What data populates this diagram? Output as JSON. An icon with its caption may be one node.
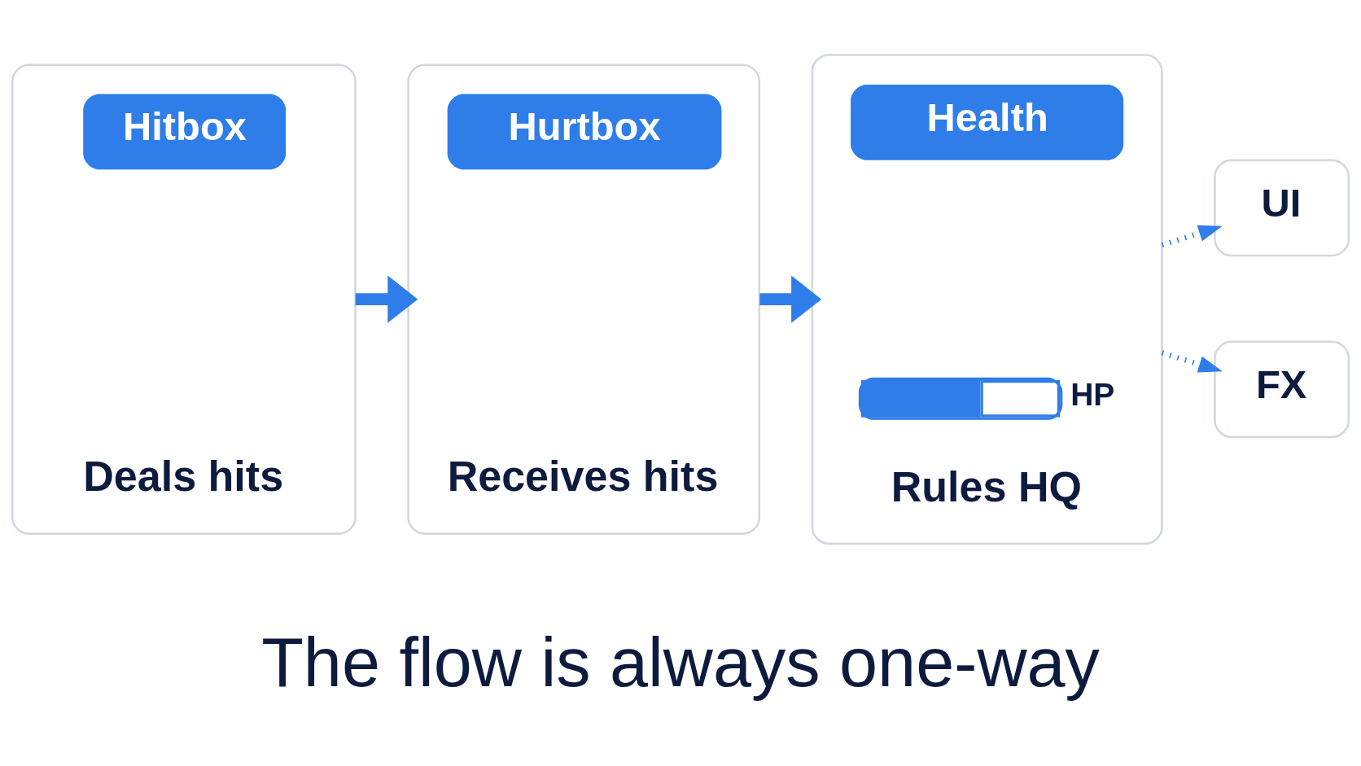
{
  "diagram": {
    "title": "The flow is always one-way",
    "nodes": [
      {
        "text": [
          "Hitbox",
          "Deals hits"
        ]
      },
      {
        "text": [
          "Hurtbox",
          "Receives hits"
        ]
      },
      {
        "text": [
          "Health",
          "HP",
          "Rules HQ"
        ]
      },
      {
        "text": [
          "UI"
        ]
      },
      {
        "text": [
          "FX"
        ]
      }
    ],
    "edges": [
      {
        "from": 0,
        "to": 1,
        "arrow": "to",
        "style": "thick"
      },
      {
        "from": 1,
        "to": 2,
        "arrow": "to",
        "style": "thick"
      },
      {
        "from": 2,
        "to": 3,
        "arrow": "to",
        "style": "dashed"
      },
      {
        "from": 2,
        "to": 4,
        "arrow": "to",
        "style": "dashed"
      }
    ]
  }
}
